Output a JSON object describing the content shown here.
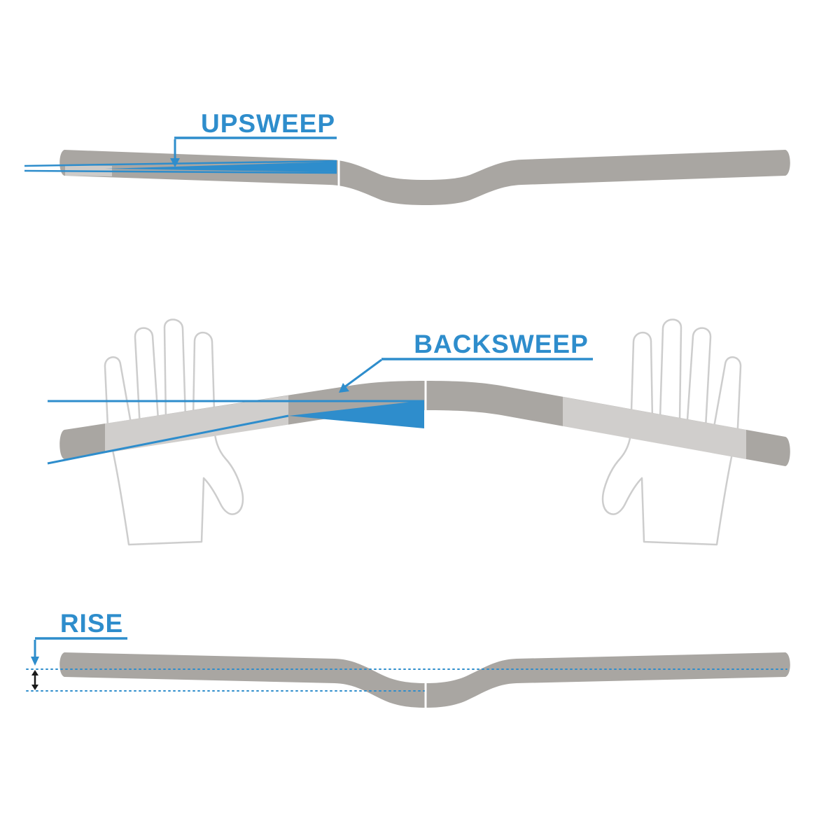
{
  "diagram": {
    "labels": {
      "upsweep": "UPSWEEP",
      "backsweep": "BACKSWEEP",
      "rise": "RISE"
    }
  },
  "colors": {
    "accent": "#2E8DCC",
    "bar": "#A9A6A2",
    "handOutline": "#CDCDCD",
    "divider": "#FFFFFF",
    "measureArrow": "#1A1A1A",
    "background": "#FFFFFF"
  },
  "icons": {
    "upsweep_pointer": "down-arrow",
    "backsweep_pointer": "diagonal-down-left-arrow",
    "rise_pointer": "down-arrow",
    "rise_measure": "vertical-double-headed-arrow"
  }
}
